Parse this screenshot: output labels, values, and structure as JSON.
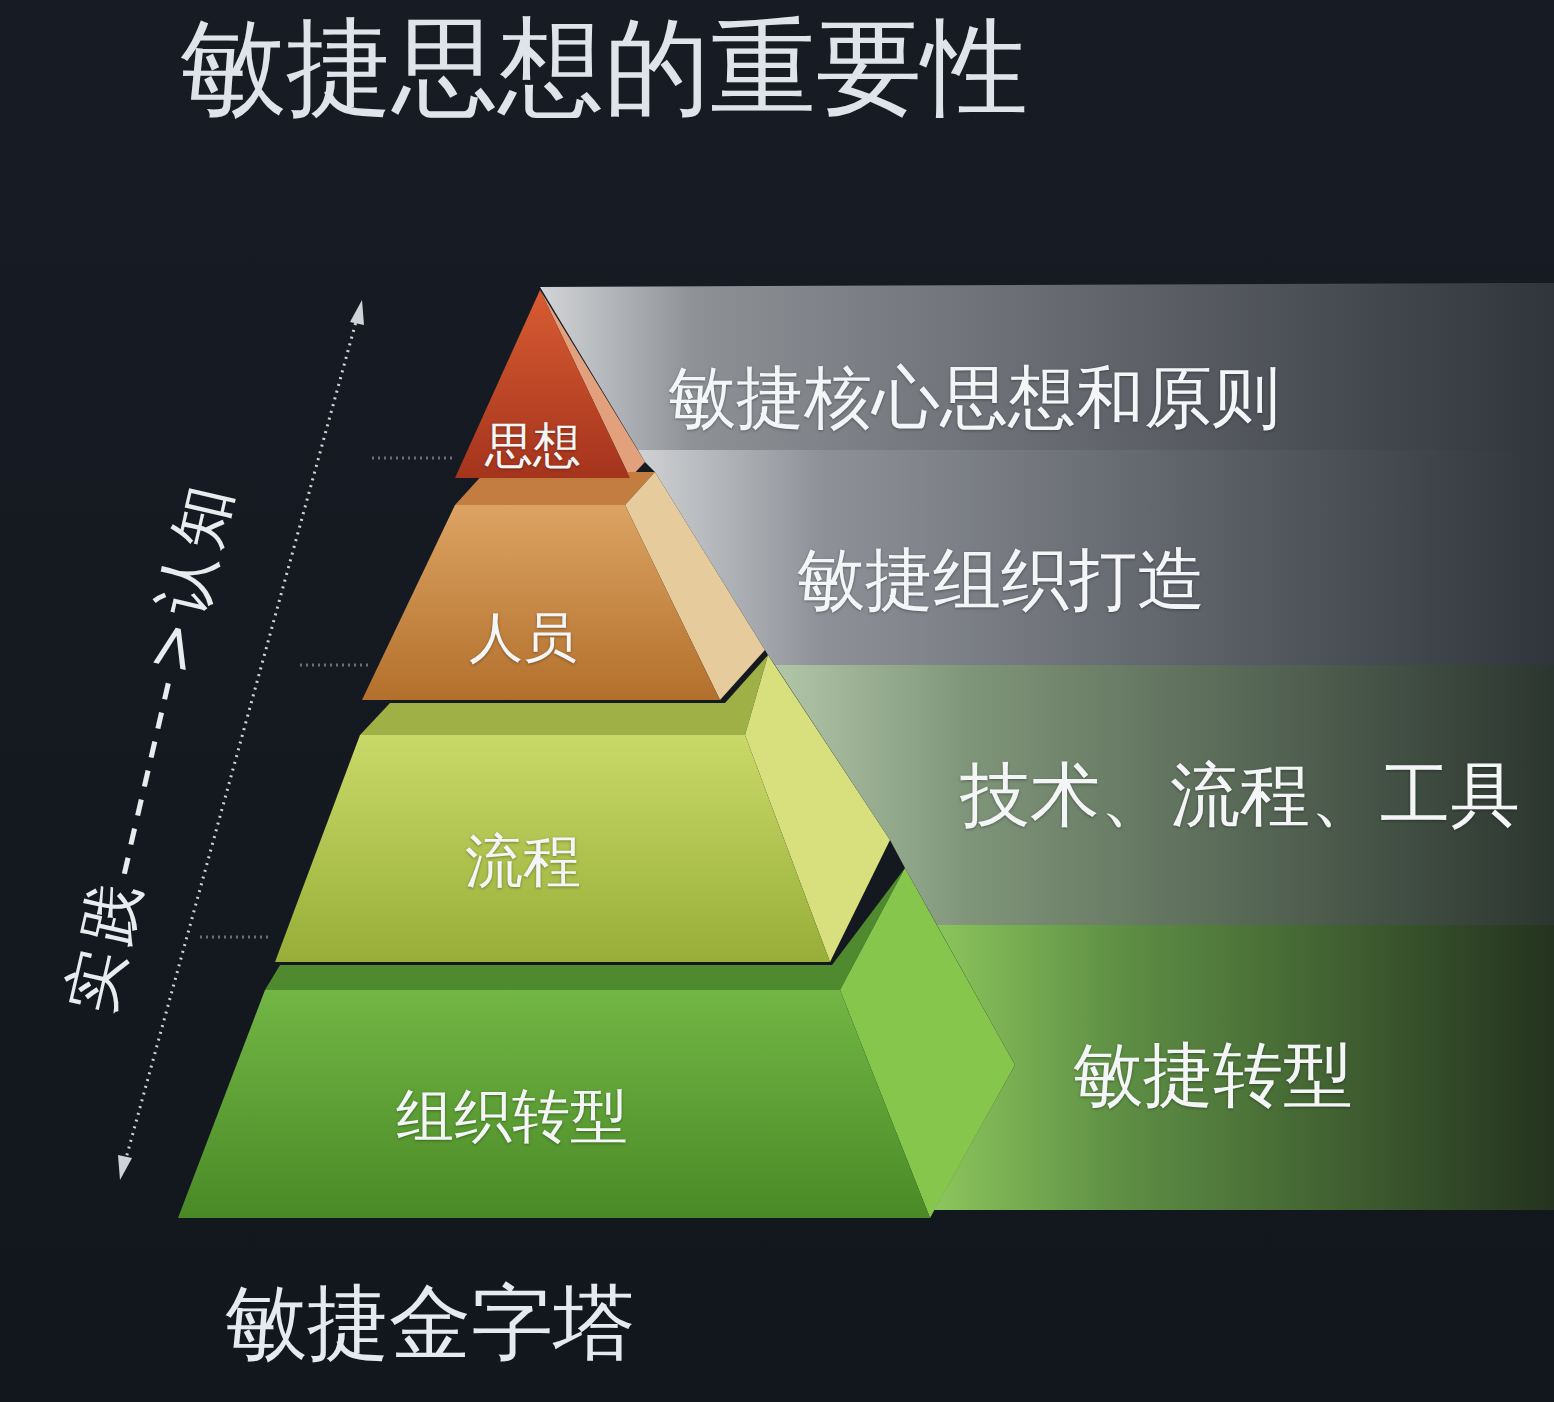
{
  "diagram": {
    "title": "敏捷思想的重要性",
    "caption": "敏捷金字塔",
    "nodes": [
      {
        "text": [
          "思想"
        ]
      },
      {
        "text": [
          "敏捷核心思想和原则"
        ]
      },
      {
        "text": [
          "人员"
        ]
      },
      {
        "text": [
          "敏捷组织打造"
        ]
      },
      {
        "text": [
          "流程"
        ]
      },
      {
        "text": [
          "技术、流程、工具"
        ]
      },
      {
        "text": [
          "组织转型"
        ]
      },
      {
        "text": [
          "敏捷转型"
        ]
      }
    ],
    "labels": [
      "实践------->认知"
    ]
  }
}
